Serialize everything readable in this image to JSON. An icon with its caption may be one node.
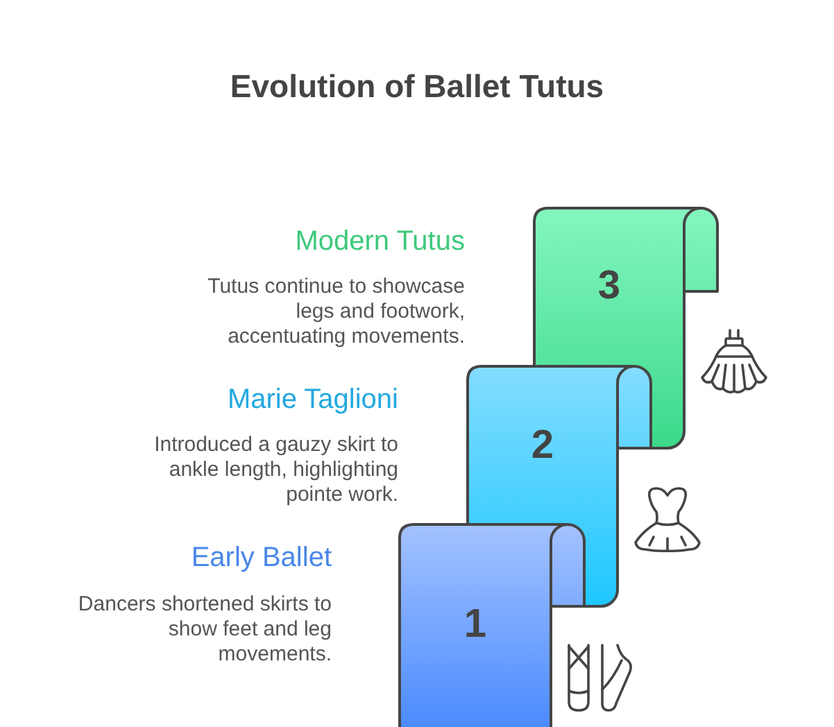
{
  "diagram": {
    "title": "Evolution of Ballet Tutus",
    "nodes": [
      {
        "text": [
          "1"
        ],
        "beside": [
          "Early Ballet",
          "Dancers shortened skirts to show feet and leg movements."
        ]
      },
      {
        "text": [
          "2"
        ],
        "beside": [
          "Marie Taglioni",
          "Introduced a gauzy skirt to ankle length, highlighting pointe work."
        ]
      },
      {
        "text": [
          "3"
        ],
        "beside": [
          "Modern Tutus",
          "Tutus continue to showcase legs and footwork, accentuating movements."
        ]
      }
    ]
  }
}
